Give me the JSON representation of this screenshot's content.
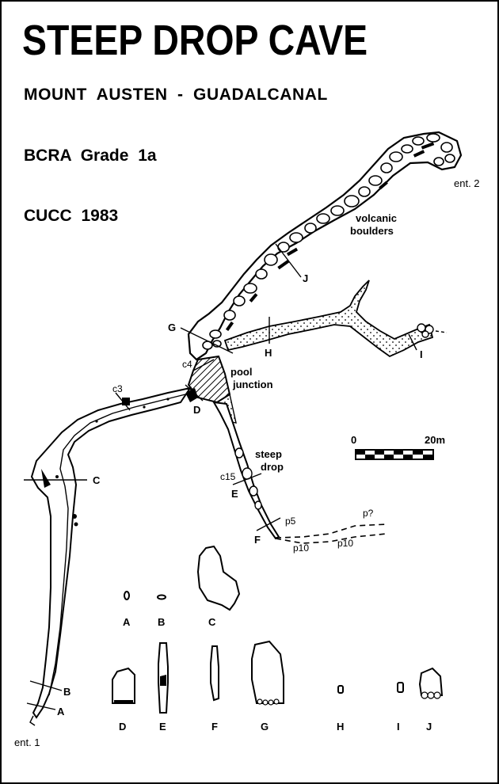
{
  "header": {
    "title": "STEEP DROP CAVE",
    "subtitle": "MOUNT AUSTEN - GUADALCANAL",
    "grade": "BCRA Grade 1a",
    "club": "CUCC 1983"
  },
  "labels": {
    "ent2": "ent. 2",
    "ent1": "ent. 1",
    "volcanic": "volcanic",
    "boulders": "boulders",
    "pool": "pool",
    "junction": "junction",
    "steep": "steep",
    "drop": "drop",
    "c3": "c3",
    "c4": "c4",
    "c15": "c15",
    "p5": "p5",
    "p10a": "p10",
    "p10b": "p10",
    "pq": "p?"
  },
  "stations": {
    "A": "A",
    "B": "B",
    "C": "C",
    "D": "D",
    "E": "E",
    "F": "F",
    "G": "G",
    "H": "H",
    "I": "I",
    "J": "J"
  },
  "scale": {
    "start": "0",
    "end": "20m"
  },
  "sections": [
    "A",
    "B",
    "C",
    "D",
    "E",
    "F",
    "G",
    "H",
    "I",
    "J"
  ]
}
